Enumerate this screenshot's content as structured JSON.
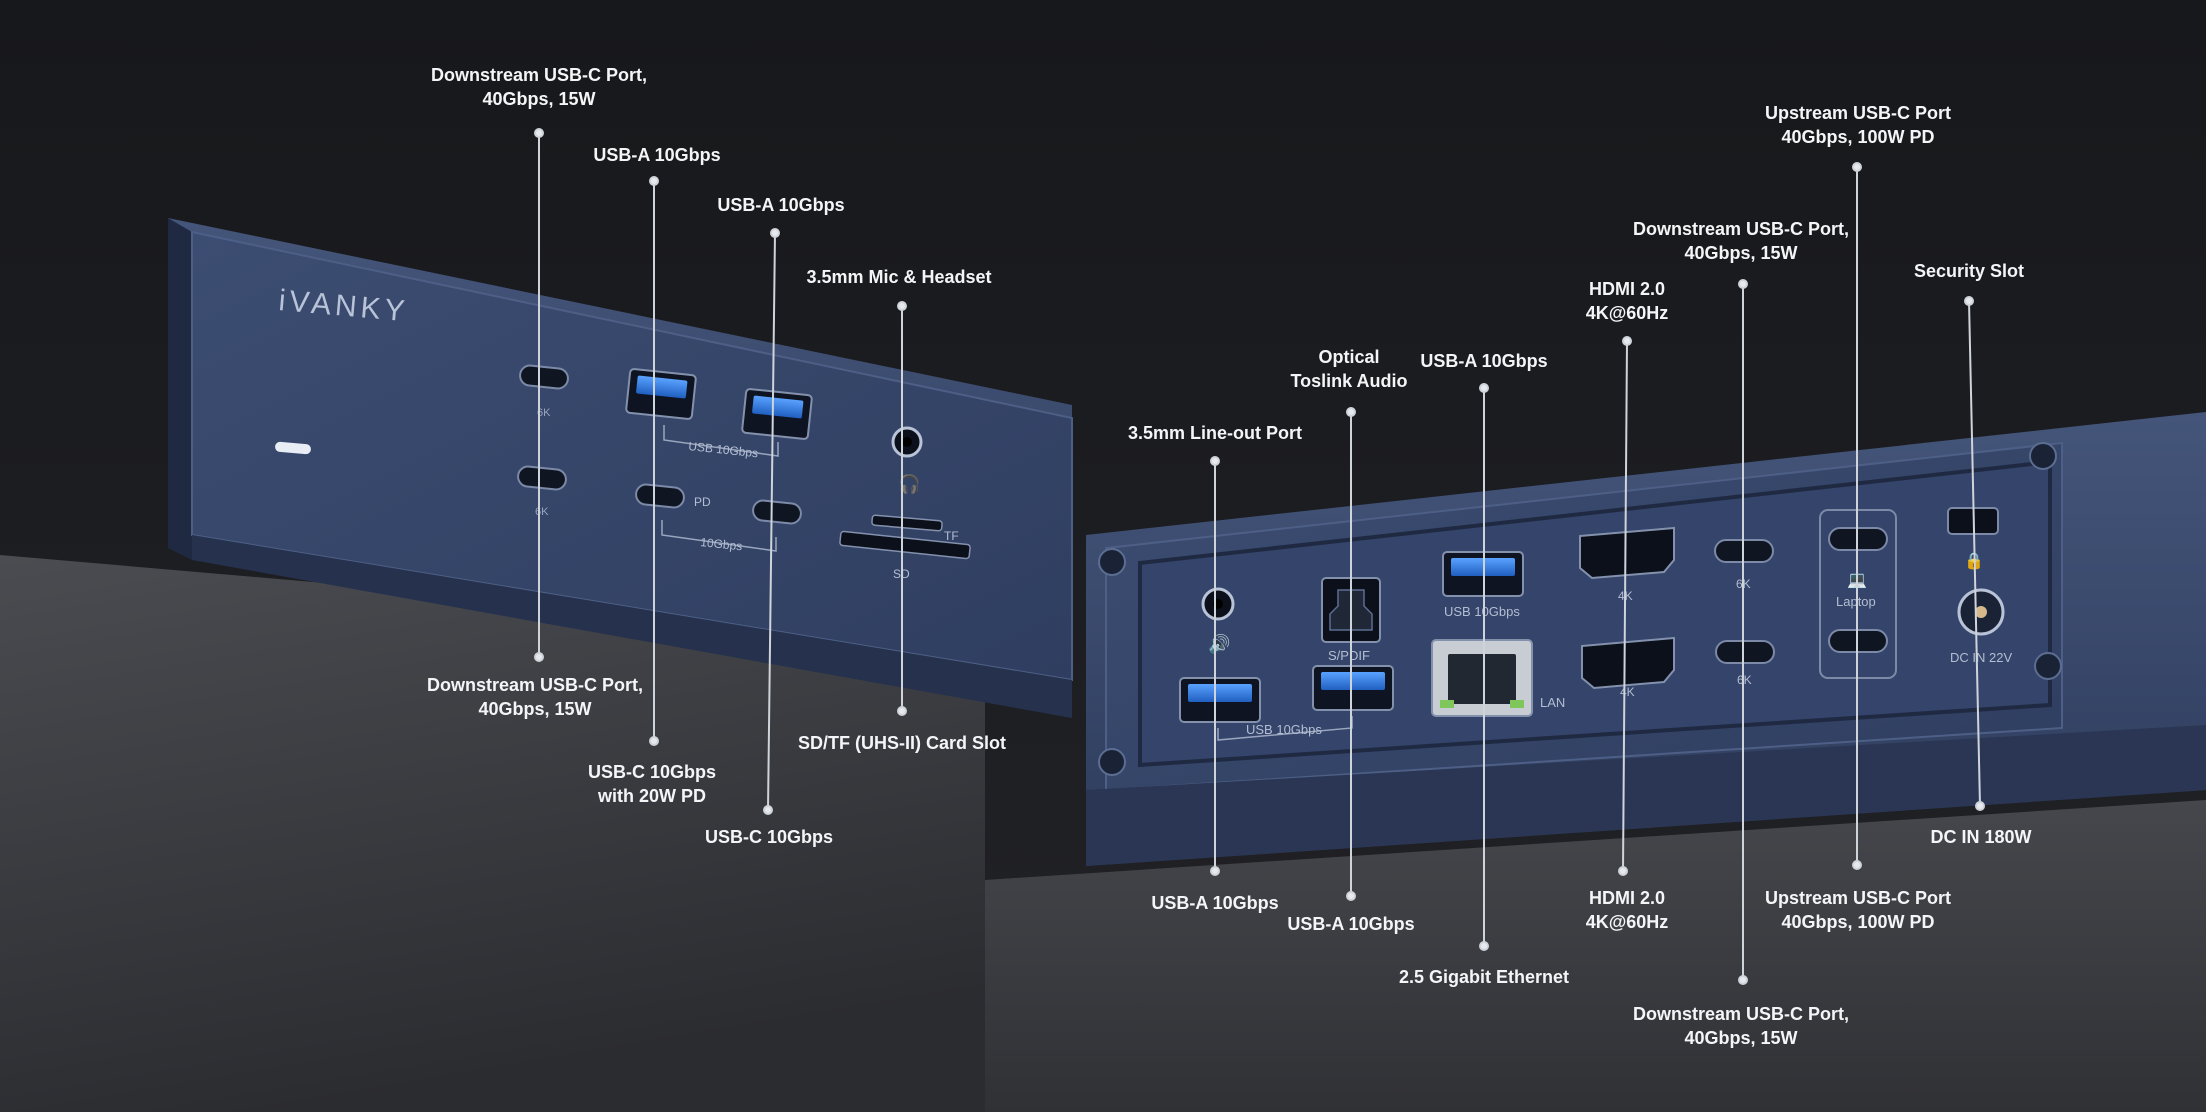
{
  "brand": "iVANKY",
  "front_port_marks": {
    "usb_10gbps": "USB 10Gbps",
    "pd": "PD",
    "c_10gbps": "10Gbps",
    "tf": "TF",
    "sd": "SD",
    "usbc_top": "6K",
    "usbc_bottom": "6K"
  },
  "rear_port_marks": {
    "spdif": "S/PDIF",
    "usb_10gbps_top": "USB 10Gbps",
    "usb_10gbps_bottom": "USB 10Gbps",
    "lan": "LAN",
    "hdmi_top": "4K",
    "hdmi_bottom": "4K",
    "usbc_top": "6K",
    "usbc_bottom": "6K",
    "laptop": "Laptop",
    "dc_in": "DC IN 22V"
  },
  "callouts": {
    "front_downstream_top": [
      "Downstream USB-C Port,",
      "40Gbps, 15W"
    ],
    "front_usba_1": [
      "USB-A 10Gbps"
    ],
    "front_usba_2": [
      "USB-A 10Gbps"
    ],
    "front_mic": [
      "3.5mm Mic & Headset"
    ],
    "front_downstream_bottom": [
      "Downstream USB-C Port,",
      "40Gbps, 15W"
    ],
    "front_usbc_pd": [
      "USB-C 10Gbps",
      "with 20W PD"
    ],
    "front_usbc": [
      "USB-C 10Gbps"
    ],
    "front_card": [
      "SD/TF (UHS-II) Card Slot"
    ],
    "rear_lineout": [
      "3.5mm Line-out Port"
    ],
    "rear_optical": [
      "Optical",
      "Toslink Audio"
    ],
    "rear_usba_top": [
      "USB-A 10Gbps"
    ],
    "rear_hdmi_top": [
      "HDMI 2.0",
      "4K@60Hz"
    ],
    "rear_downstream_top": [
      "Downstream USB-C Port,",
      "40Gbps, 15W"
    ],
    "rear_upstream_top": [
      "Upstream USB-C Port",
      "40Gbps, 100W PD"
    ],
    "rear_security": [
      "Security Slot"
    ],
    "rear_usba_bottom_1": [
      "USB-A 10Gbps"
    ],
    "rear_usba_bottom_2": [
      "USB-A 10Gbps"
    ],
    "rear_ethernet": [
      "2.5 Gigabit Ethernet"
    ],
    "rear_hdmi_bottom": [
      "HDMI 2.0",
      "4K@60Hz"
    ],
    "rear_downstream_bottom": [
      "Downstream USB-C Port,",
      "40Gbps, 15W"
    ],
    "rear_upstream_bottom": [
      "Upstream USB-C Port",
      "40Gbps, 100W PD"
    ],
    "rear_dcin": [
      "DC IN 180W"
    ]
  },
  "colors": {
    "background": "#1b1c1f",
    "shelf": "#3a3c41",
    "device_body": "#3a4a6c",
    "device_face": "#35466a",
    "usb_blue": "#2f7de0",
    "callout_line": "#cfd3da"
  }
}
